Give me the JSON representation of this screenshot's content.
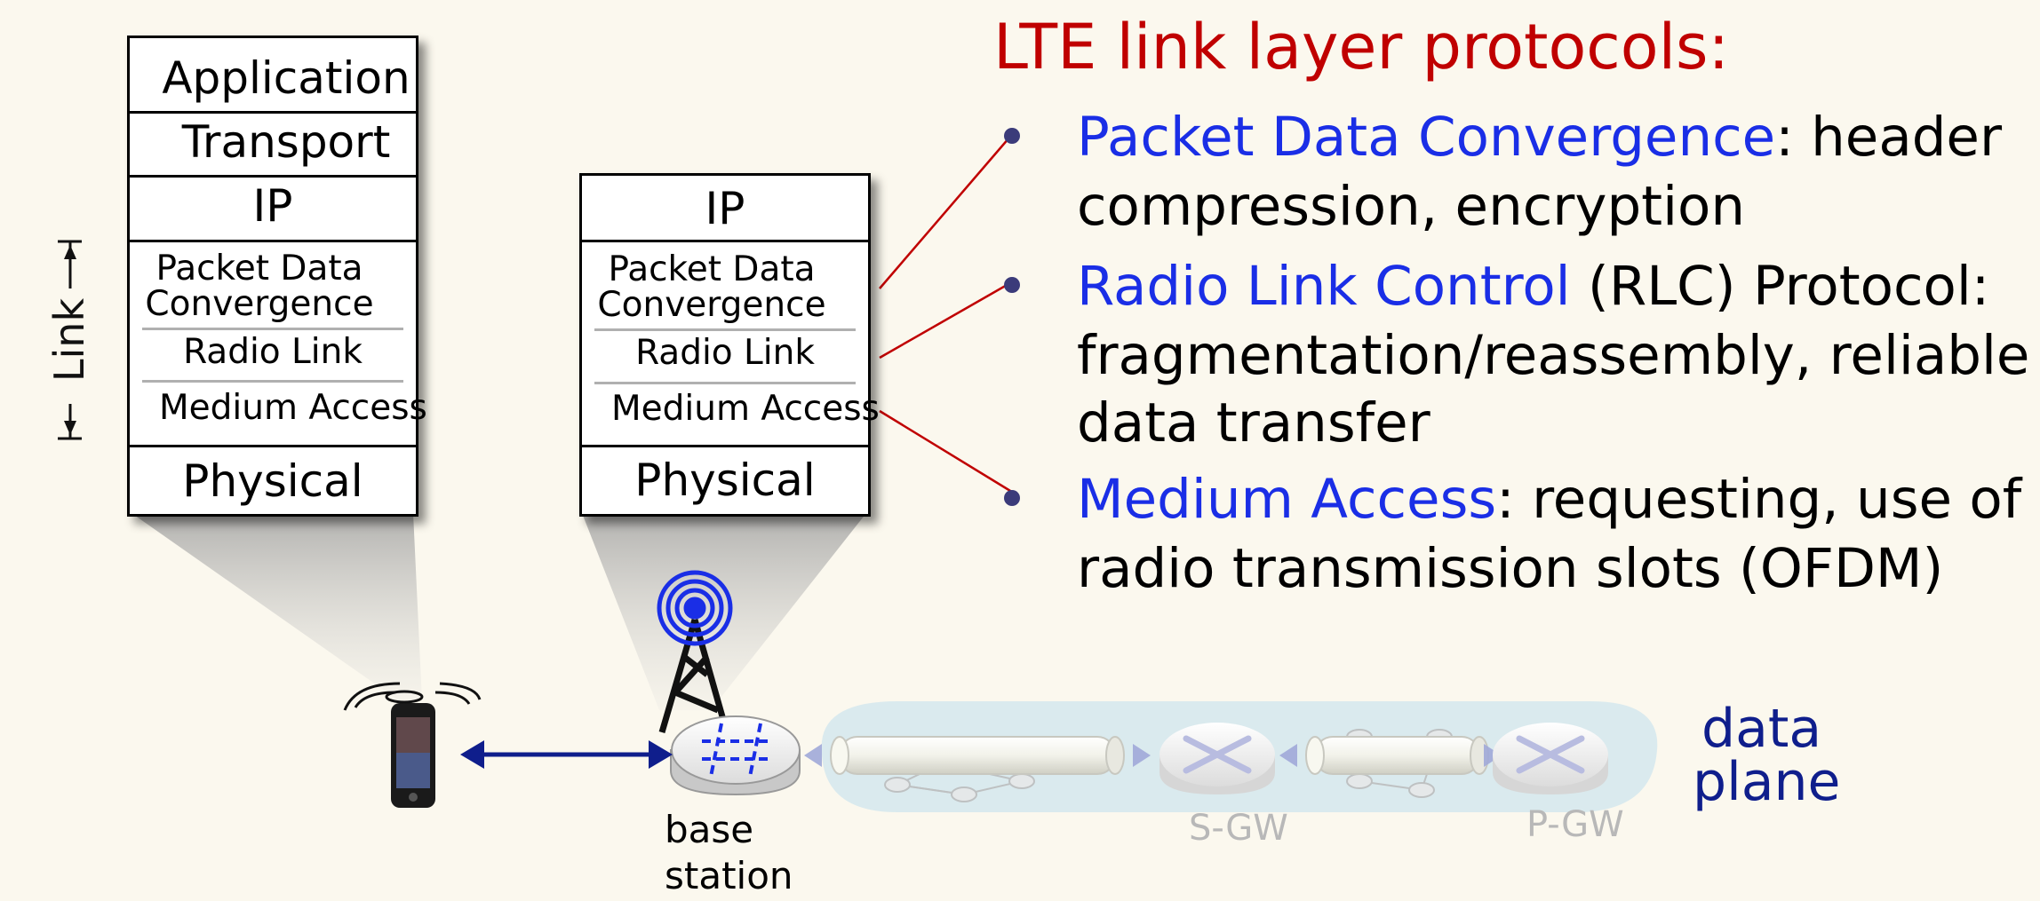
{
  "title": "LTE link layer protocols:",
  "bullets": [
    {
      "term": "Packet Data Convergence",
      "rest_line1": ": header",
      "line2": "compression, encryption"
    },
    {
      "term": "Radio Link Control",
      "rest_line1": " (RLC) Protocol:",
      "line2": "fragmentation/reassembly, reliable",
      "line3": "data transfer"
    },
    {
      "term": "Medium Access",
      "rest_line1": ": requesting, use of",
      "line2": "radio transmission slots (OFDM)"
    }
  ],
  "host_stack": {
    "application": "Application",
    "transport": "Transport",
    "ip": "IP",
    "pdc_line1": "Packet Data",
    "pdc_line2": "Convergence",
    "radio_link": "Radio Link",
    "medium_access": "Medium Access",
    "physical": "Physical"
  },
  "base_stack": {
    "ip": "IP",
    "pdc_line1": "Packet Data",
    "pdc_line2": "Convergence",
    "radio_link": "Radio Link",
    "medium_access": "Medium Access",
    "physical": "Physical"
  },
  "link_label": "Link",
  "base_station_label_1": "base",
  "base_station_label_2": "station",
  "sgw_label": "S-GW",
  "pgw_label": "P-GW",
  "data_plane_1": "data",
  "data_plane_2": "plane",
  "colors": {
    "title": "#c00000",
    "protocol_term": "#1a2ee6",
    "data_plane": "#0f1e8c",
    "connector_line": "#c00000",
    "background": "#fbf8ee"
  }
}
